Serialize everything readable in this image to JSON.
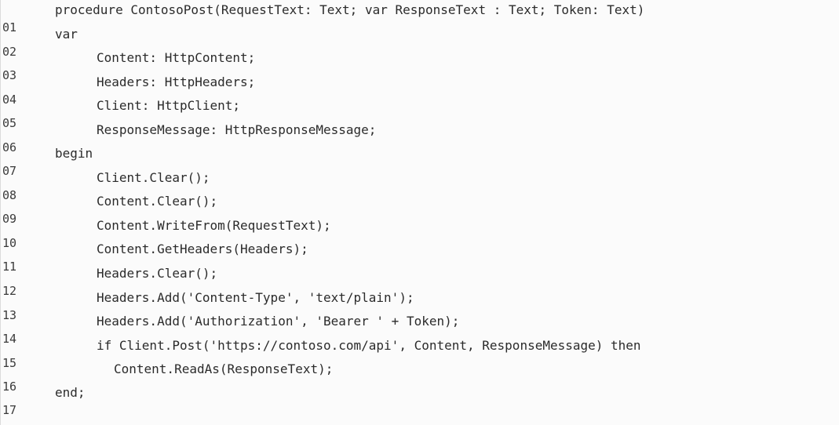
{
  "code": {
    "lines": [
      {
        "num": "01",
        "text": "procedure ContosoPost(RequestText: Text; var ResponseText : Text; Token: Text)"
      },
      {
        "num": "02",
        "text": "var"
      },
      {
        "num": "03",
        "text": "Content: HttpContent;"
      },
      {
        "num": "04",
        "text": "Headers: HttpHeaders;"
      },
      {
        "num": "05",
        "text": "Client: HttpClient;"
      },
      {
        "num": "06",
        "text": "ResponseMessage: HttpResponseMessage;"
      },
      {
        "num": "07",
        "text": "begin"
      },
      {
        "num": "08",
        "text": "Client.Clear();"
      },
      {
        "num": "09",
        "text": "Content.Clear();"
      },
      {
        "num": "10",
        "text": "Content.WriteFrom(RequestText);"
      },
      {
        "num": "11",
        "text": "Content.GetHeaders(Headers);"
      },
      {
        "num": "12",
        "text": "Headers.Clear();"
      },
      {
        "num": "13",
        "text": "Headers.Add('Content-Type', 'text/plain');"
      },
      {
        "num": "14",
        "text": "Headers.Add('Authorization', 'Bearer ' + Token);"
      },
      {
        "num": "15",
        "text": "if Client.Post('https://contoso.com/api', Content, ResponseMessage) then"
      },
      {
        "num": "16",
        "text": "Content.ReadAs(ResponseText);"
      },
      {
        "num": "17",
        "text": "end;"
      }
    ]
  }
}
